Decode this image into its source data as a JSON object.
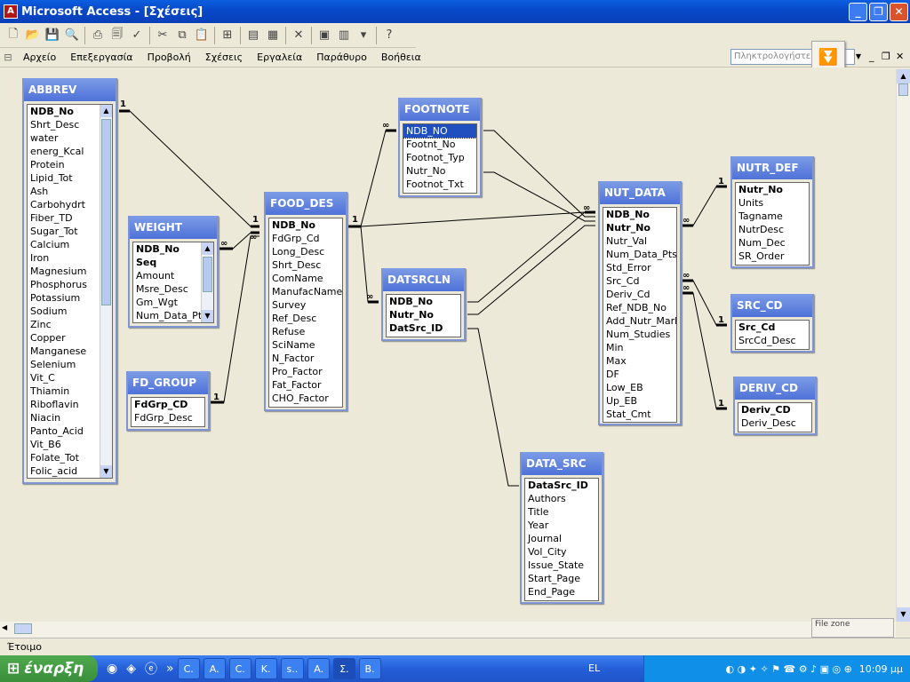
{
  "window": {
    "title": "Microsoft Access - [Σχέσεις]"
  },
  "menu": [
    "Αρχείο",
    "Επεξεργασία",
    "Προβολή",
    "Σχέσεις",
    "Εργαλεία",
    "Παράθυρο",
    "Βοήθεια"
  ],
  "help": {
    "placeholder": "Πληκτρολογήστε ε"
  },
  "tables": [
    {
      "id": "abbrev",
      "name": "ABBREV",
      "fields": [
        {
          "n": "NDB_No",
          "pk": true
        },
        {
          "n": "Shrt_Desc"
        },
        {
          "n": "water"
        },
        {
          "n": "energ_Kcal"
        },
        {
          "n": "Protein"
        },
        {
          "n": "Lipid_Tot"
        },
        {
          "n": "Ash"
        },
        {
          "n": "Carbohydrt"
        },
        {
          "n": "Fiber_TD"
        },
        {
          "n": "Sugar_Tot"
        },
        {
          "n": "Calcium"
        },
        {
          "n": "Iron"
        },
        {
          "n": "Magnesium"
        },
        {
          "n": "Phosphorus"
        },
        {
          "n": "Potassium"
        },
        {
          "n": "Sodium"
        },
        {
          "n": "Zinc"
        },
        {
          "n": "Copper"
        },
        {
          "n": "Manganese"
        },
        {
          "n": "Selenium"
        },
        {
          "n": "Vit_C"
        },
        {
          "n": "Thiamin"
        },
        {
          "n": "Riboflavin"
        },
        {
          "n": "Niacin"
        },
        {
          "n": "Panto_Acid"
        },
        {
          "n": "Vit_B6"
        },
        {
          "n": "Folate_Tot"
        },
        {
          "n": "Folic_acid"
        }
      ]
    },
    {
      "id": "weight",
      "name": "WEIGHT",
      "fields": [
        {
          "n": "NDB_No",
          "pk": true
        },
        {
          "n": "Seq",
          "pk": true
        },
        {
          "n": "Amount"
        },
        {
          "n": "Msre_Desc"
        },
        {
          "n": "Gm_Wgt"
        },
        {
          "n": "Num_Data_Pts"
        }
      ]
    },
    {
      "id": "fdgroup",
      "name": "FD_GROUP",
      "fields": [
        {
          "n": "FdGrp_CD",
          "pk": true
        },
        {
          "n": "FdGrp_Desc"
        }
      ]
    },
    {
      "id": "fooddes",
      "name": "FOOD_DES",
      "fields": [
        {
          "n": "NDB_No",
          "pk": true
        },
        {
          "n": "FdGrp_Cd"
        },
        {
          "n": "Long_Desc"
        },
        {
          "n": "Shrt_Desc"
        },
        {
          "n": "ComName"
        },
        {
          "n": "ManufacName"
        },
        {
          "n": "Survey"
        },
        {
          "n": "Ref_Desc"
        },
        {
          "n": "Refuse"
        },
        {
          "n": "SciName"
        },
        {
          "n": "N_Factor"
        },
        {
          "n": "Pro_Factor"
        },
        {
          "n": "Fat_Factor"
        },
        {
          "n": "CHO_Factor"
        }
      ]
    },
    {
      "id": "footnote",
      "name": "FOOTNOTE",
      "fields": [
        {
          "n": "NDB_NO",
          "sel": true
        },
        {
          "n": "Footnt_No"
        },
        {
          "n": "Footnot_Typ"
        },
        {
          "n": "Nutr_No"
        },
        {
          "n": "Footnot_Txt"
        }
      ]
    },
    {
      "id": "datsrcln",
      "name": "DATSRCLN",
      "fields": [
        {
          "n": "NDB_No",
          "pk": true
        },
        {
          "n": "Nutr_No",
          "pk": true
        },
        {
          "n": "DatSrc_ID",
          "pk": true
        }
      ]
    },
    {
      "id": "nutdata",
      "name": "NUT_DATA",
      "fields": [
        {
          "n": "NDB_No",
          "pk": true
        },
        {
          "n": "Nutr_No",
          "pk": true
        },
        {
          "n": "Nutr_Val"
        },
        {
          "n": "Num_Data_Pts"
        },
        {
          "n": "Std_Error"
        },
        {
          "n": "Src_Cd"
        },
        {
          "n": "Deriv_Cd"
        },
        {
          "n": "Ref_NDB_No"
        },
        {
          "n": "Add_Nutr_Mark"
        },
        {
          "n": "Num_Studies"
        },
        {
          "n": "Min"
        },
        {
          "n": "Max"
        },
        {
          "n": "DF"
        },
        {
          "n": "Low_EB"
        },
        {
          "n": "Up_EB"
        },
        {
          "n": "Stat_Cmt"
        }
      ]
    },
    {
      "id": "nutrdef",
      "name": "NUTR_DEF",
      "fields": [
        {
          "n": "Nutr_No",
          "pk": true
        },
        {
          "n": "Units"
        },
        {
          "n": "Tagname"
        },
        {
          "n": "NutrDesc"
        },
        {
          "n": "Num_Dec"
        },
        {
          "n": "SR_Order"
        }
      ]
    },
    {
      "id": "srccd",
      "name": "SRC_CD",
      "fields": [
        {
          "n": "Src_Cd",
          "pk": true
        },
        {
          "n": "SrcCd_Desc"
        }
      ]
    },
    {
      "id": "derivcd",
      "name": "DERIV_CD",
      "fields": [
        {
          "n": "Deriv_CD",
          "pk": true
        },
        {
          "n": "Deriv_Desc"
        }
      ]
    },
    {
      "id": "datasrc",
      "name": "DATA_SRC",
      "fields": [
        {
          "n": "DataSrc_ID",
          "pk": true
        },
        {
          "n": "Authors"
        },
        {
          "n": "Title"
        },
        {
          "n": "Year"
        },
        {
          "n": "Journal"
        },
        {
          "n": "Vol_City"
        },
        {
          "n": "Issue_State"
        },
        {
          "n": "Start_Page"
        },
        {
          "n": "End_Page"
        }
      ]
    }
  ],
  "status": "Έτοιμο",
  "filezone": "File zone",
  "taskbar": {
    "start": "έναρξη",
    "tasks": [
      "C.",
      "A.",
      "C.",
      "K.",
      "s..",
      "A.",
      "Σ.",
      "B."
    ],
    "lang": "EL",
    "clock": "10:09 μμ"
  }
}
